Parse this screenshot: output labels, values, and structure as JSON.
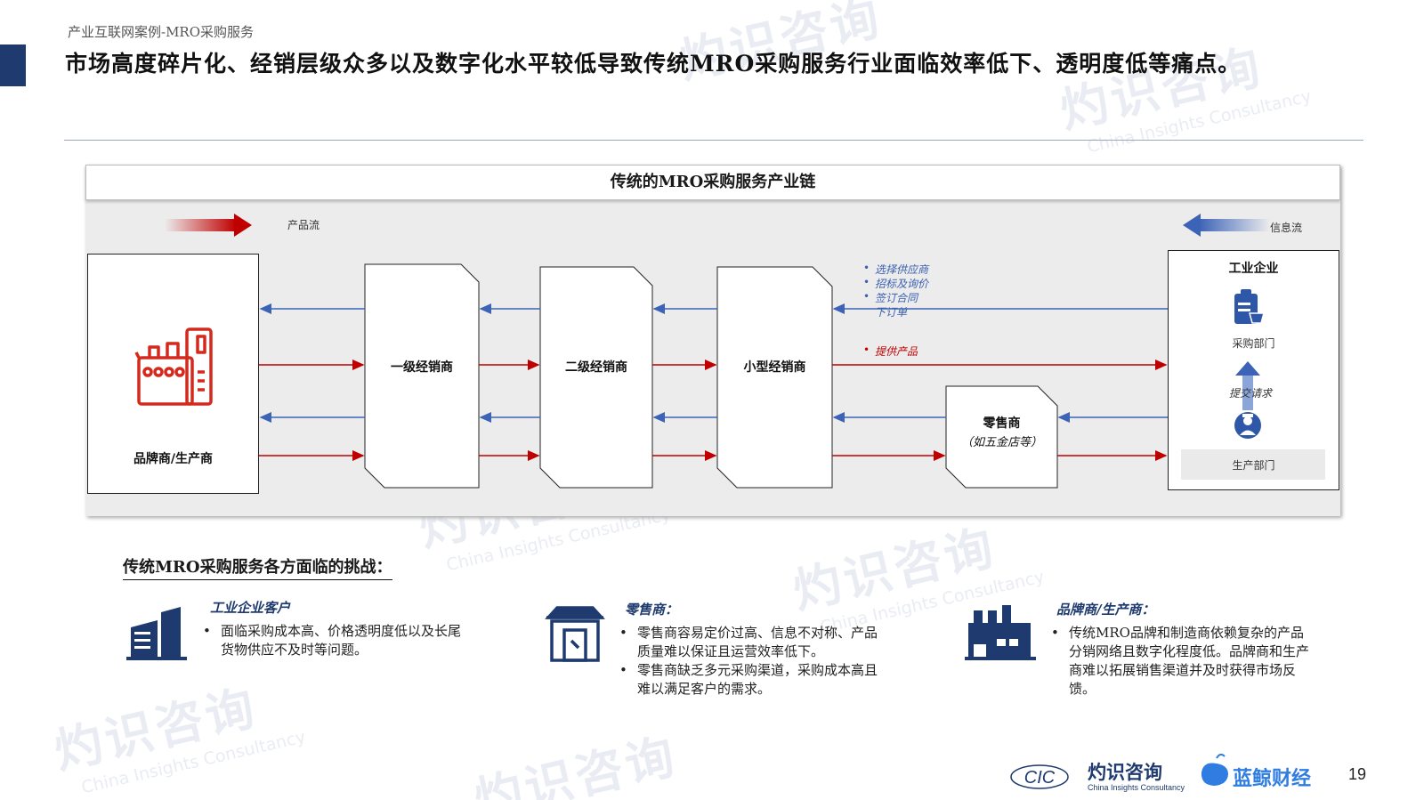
{
  "header": {
    "breadcrumb": "产业互联网案例-MRO采购服务",
    "title": "市场高度碎片化、经销层级众多以及数字化水平较低导致传统MRO采购服务行业面临效率低下、透明度低等痛点。"
  },
  "diagram": {
    "title": "传统的MRO采购服务产业链",
    "legend_product_flow": "产品流",
    "legend_info_flow": "信息流",
    "brand": "品牌商/生产商",
    "tier1": "一级经销商",
    "tier2": "二级经销商",
    "small_dealer": "小型经销商",
    "retailer": "零售商",
    "retailer_note": "（如五金店等）",
    "industrial": "工业企业",
    "purchasing_dept": "采购部门",
    "submit_request": "提交请求",
    "production_dept": "生产部门",
    "info_notes": [
      "选择供应商",
      "招标及询价",
      "签订合同",
      "下订单"
    ],
    "product_note": "提供产品",
    "colors": {
      "product_flow": "#c00000",
      "info_flow": "#3d63b7",
      "navy": "#1f3a6e"
    }
  },
  "challenges": {
    "heading": "传统MRO采购服务各方面临的挑战：",
    "items": [
      {
        "icon": "building-icon",
        "title": "工业企业客户",
        "points": [
          "面临采购成本高、价格透明度低以及长尾货物供应不及时等问题。"
        ]
      },
      {
        "icon": "store-icon",
        "title": "零售商：",
        "points": [
          "零售商容易定价过高、信息不对称、产品质量难以保证且运营效率低下。",
          "零售商缺乏多元采购渠道，采购成本高且难以满足客户的需求。"
        ]
      },
      {
        "icon": "factory-icon",
        "title": "品牌商/生产商：",
        "points": [
          "传统MRO品牌和制造商依赖复杂的产品分销网络且数字化程度低。品牌商和生产商难以拓展销售渠道并及时获得市场反馈。"
        ]
      }
    ]
  },
  "footer": {
    "logo_cic_cn": "灼识咨询",
    "logo_cic_en": "China Insights Consultancy",
    "logo_partner": "蓝鲸财经",
    "page_number": "19"
  },
  "watermark": {
    "cn": "灼识咨询",
    "en": "China Insights Consultancy"
  }
}
